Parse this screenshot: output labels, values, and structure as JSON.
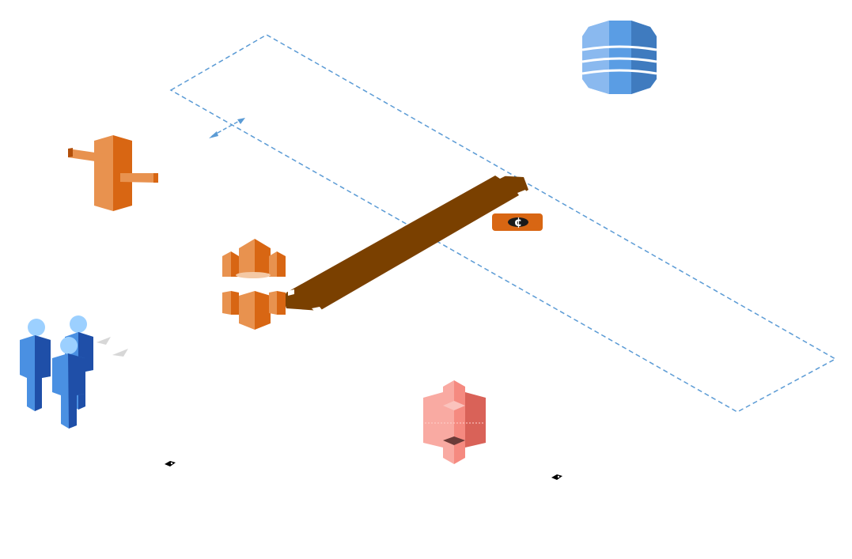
{
  "colors": {
    "background": "#ffffff",
    "vpc_border": "#5b9bd5",
    "aws_orange": "#d86613",
    "aws_orange_light": "#e8924f",
    "aws_orange_dark": "#b24f0a",
    "s3_salmon": "#f58a80",
    "s3_salmon_light": "#f9aaa2",
    "s3_salmon_dark": "#d96258",
    "dynamo_blue": "#5a9de4",
    "dynamo_blue_light": "#8ab9ef",
    "dynamo_blue_dark": "#3f7bbf",
    "users_blue": "#4a90e2",
    "users_blue_dark": "#1f4fa8",
    "users_blue_light": "#9cd0ff",
    "connector_brown": "#7a4000",
    "arrowhead_gray": "#d7d7d7",
    "tag_black": "#000000"
  },
  "diagram": {
    "nodes": [
      {
        "id": "users",
        "icon": "users-group-icon"
      },
      {
        "id": "directory",
        "icon": "aws-directory-service-icon"
      },
      {
        "id": "compute",
        "icon": "aws-cluster-icon"
      },
      {
        "id": "dynamodb",
        "icon": "aws-dynamodb-icon"
      },
      {
        "id": "s3",
        "icon": "aws-s3-bucket-icon"
      },
      {
        "id": "endpoint_badge",
        "icon": "cent-sign-icon",
        "symbol": "¢"
      }
    ],
    "groups": [
      {
        "id": "vpc",
        "style": "dashed"
      }
    ],
    "edges": [
      {
        "from": "compute",
        "to": "vpc",
        "style": "thick-isometric"
      },
      {
        "from": "users",
        "to": "compute",
        "style": "arrow"
      }
    ]
  }
}
